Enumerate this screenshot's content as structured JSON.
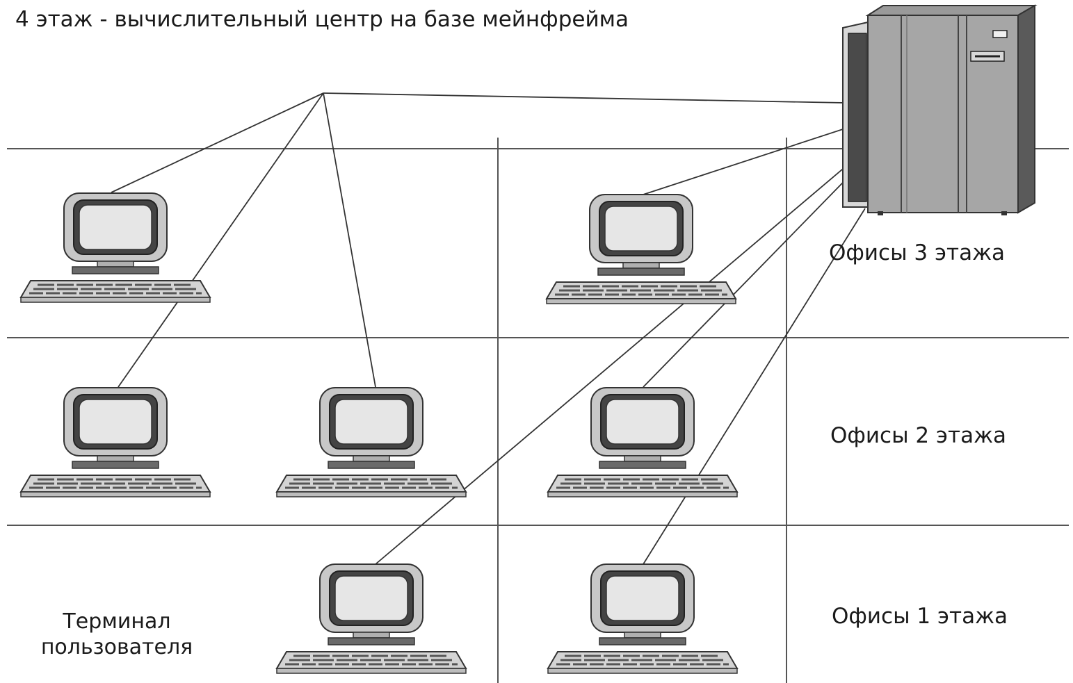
{
  "title": "4 этаж - вычислительный центр на базе мейнфрейма",
  "floors": [
    {
      "label": "Офисы 3 этажа"
    },
    {
      "label": "Офисы 2 этажа"
    },
    {
      "label": "Офисы 1 этажа"
    }
  ],
  "terminal_label": {
    "line1": "Терминал",
    "line2": "пользователя"
  },
  "server": {
    "icon": "mainframe-icon"
  },
  "terminals_icon": "terminal-computer-icon",
  "colors": {
    "line": "#333333",
    "device_light": "#d0d0d0",
    "device_mid": "#a8a8a8",
    "device_dark": "#555555"
  }
}
